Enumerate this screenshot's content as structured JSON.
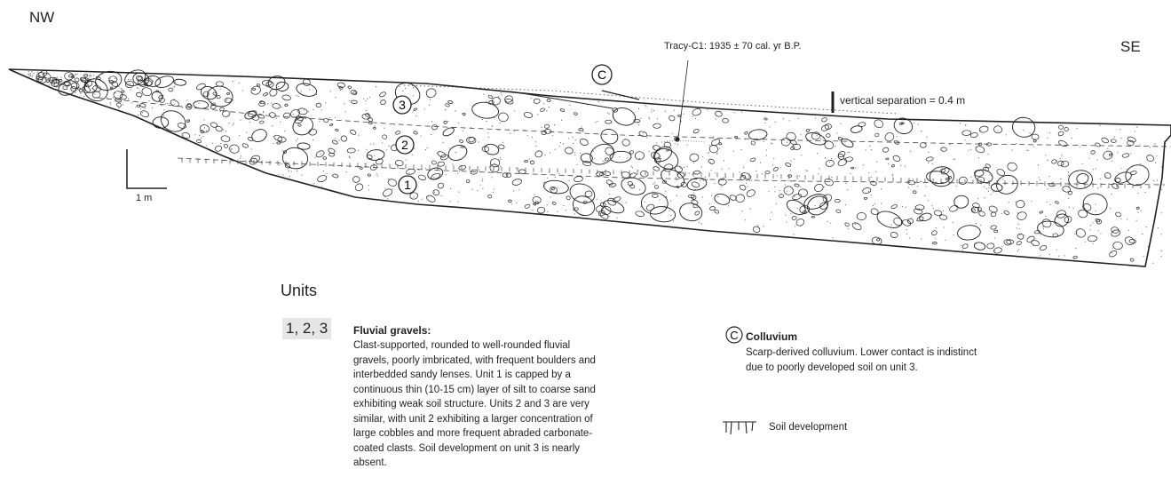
{
  "orientation": {
    "left": "NW",
    "right": "SE"
  },
  "annotations": {
    "sample_date": "Tracy-C1: 1935 ± 70 cal. yr B.P.",
    "vertical_separation": "vertical separation = 0.4 m",
    "scale_bar": "1 m"
  },
  "unit_markers": [
    "3",
    "2",
    "1",
    "C"
  ],
  "legend": {
    "heading": "Units",
    "fluvial": {
      "symbol": "1, 2, 3",
      "title": "Fluvial gravels:",
      "lines": [
        "Clast-supported, rounded to well-rounded fluvial",
        "gravels, poorly imbricated, with frequent boulders and",
        "interbedded sandy lenses. Unit 1 is capped by a",
        "continuous thin (10-15 cm) layer of silt to coarse sand",
        "exhibiting weak soil structure.  Units 2 and 3 are very",
        "similar, with unit 2 exhibiting a larger concentration of",
        "large cobbles and more frequent abraded carbonate-",
        "coated clasts.  Soil development on unit 3 is nearly",
        "absent."
      ]
    },
    "colluvium": {
      "symbol": "C",
      "title": "Colluvium",
      "lines": [
        "Scarp-derived colluvium.  Lower contact is indistinct",
        "due to poorly developed soil on unit 3."
      ]
    },
    "soil": {
      "label": "Soil development"
    }
  },
  "colors": {
    "ink": "#231f20",
    "swatch": "#e6e6e6",
    "sand": "#bdbdbd"
  }
}
